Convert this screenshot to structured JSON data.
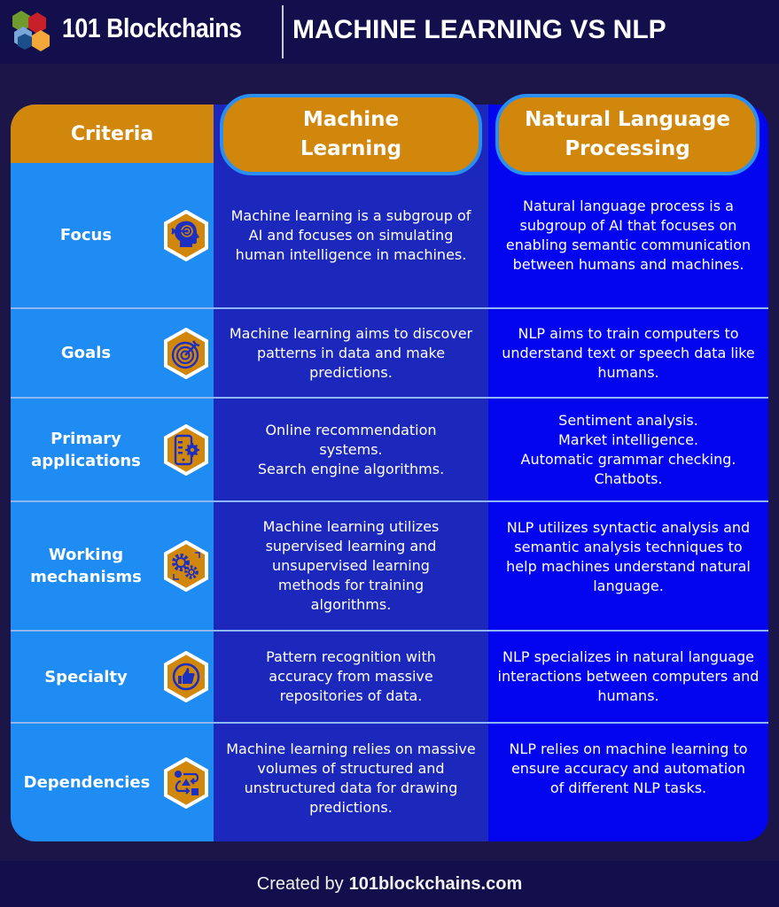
{
  "header": {
    "brand": "101 Blockchains",
    "title": "MACHINE LEARNING VS NLP",
    "logo_colors": [
      "#6e9a2e",
      "#c8202a",
      "#7aa6d8",
      "#f2a838",
      "#1c4f8a"
    ]
  },
  "table": {
    "headers": {
      "criteria": "Criteria",
      "ml": "Machine Learning",
      "nlp": "Natural Language Processing"
    },
    "rows": [
      {
        "criteria": "Focus",
        "icon": "head-target-icon",
        "ml": "Machine learning is a subgroup of AI and focuses on simulating human intelligence in machines.",
        "nlp": "Natural language process is a subgroup of AI that focuses on enabling semantic communication between humans and machines."
      },
      {
        "criteria": "Goals",
        "icon": "target-arrow-icon",
        "ml": "Machine learning aims to discover patterns in data and make predictions.",
        "nlp": "NLP aims to train computers to understand text or speech data like humans."
      },
      {
        "criteria": "Primary applications",
        "icon": "mobile-settings-icon",
        "ml": "Online recommendation systems.\nSearch engine algorithms.",
        "nlp": "Sentiment analysis.\nMarket intelligence.\nAutomatic grammar checking.\nChatbots."
      },
      {
        "criteria": "Working mechanisms",
        "icon": "gears-icon",
        "ml": "Machine learning utilizes supervised learning and unsupervised learning methods for training algorithms.",
        "nlp": "NLP utilizes syntactic analysis and semantic analysis techniques to help machines understand natural language."
      },
      {
        "criteria": "Specialty",
        "icon": "thumbs-up-icon",
        "ml": "Pattern recognition with accuracy from massive repositories of data.",
        "nlp": "NLP specializes in natural language interactions between computers and humans."
      },
      {
        "criteria": "Dependencies",
        "icon": "workflow-shapes-icon",
        "ml": "Machine learning relies on massive volumes of structured and unstructured data for drawing predictions.",
        "nlp": "NLP relies on machine learning to ensure accuracy and automation of different NLP tasks."
      }
    ]
  },
  "footer": {
    "prefix": "Created by",
    "site": "101blockchains.com"
  },
  "colors": {
    "background": "#1c1548",
    "header_bg": "#120f4c",
    "criteria_col": "#1e8cf3",
    "ml_col": "#1c27bb",
    "nlp_col": "#0305ee",
    "accent_gold": "#d1870c",
    "pill_border": "#2a8ff0",
    "icon_blue": "#1c2fc0"
  }
}
